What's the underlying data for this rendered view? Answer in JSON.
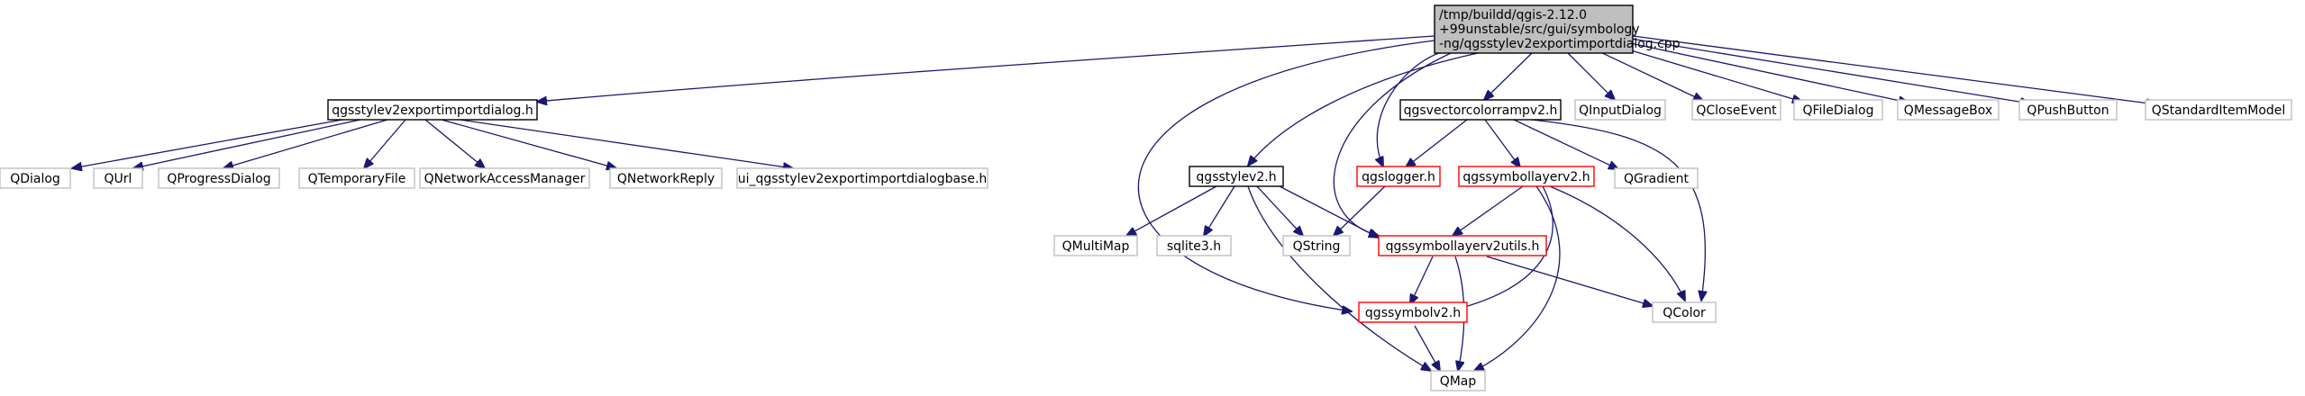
{
  "colors": {
    "edge": "#191970",
    "root_fill": "#bfbfbf",
    "border_gray": "#bfbfbf",
    "border_black": "#000000",
    "border_red": "#ff0000"
  },
  "nodes": {
    "root": {
      "lines": [
        "/tmp/buildd/qgis-2.12.0",
        "+99unstable/src/gui/symbology",
        "-ng/qgsstylev2exportimportdialog.cpp"
      ],
      "style": "root"
    },
    "exportdialog_h": {
      "label": "qgsstylev2exportimportdialog.h",
      "style": "black"
    },
    "vectorcolorramp": {
      "label": "qgsvectorcolorrampv2.h",
      "style": "black"
    },
    "qinputdialog": {
      "label": "QInputDialog",
      "style": "gray"
    },
    "qcloseevent": {
      "label": "QCloseEvent",
      "style": "gray"
    },
    "qfiledialog": {
      "label": "QFileDialog",
      "style": "gray"
    },
    "qmessagebox": {
      "label": "QMessageBox",
      "style": "gray"
    },
    "qpushbutton": {
      "label": "QPushButton",
      "style": "gray"
    },
    "qstandarditemmodel": {
      "label": "QStandardItemModel",
      "style": "gray"
    },
    "qdialog": {
      "label": "QDialog",
      "style": "gray"
    },
    "qurl": {
      "label": "QUrl",
      "style": "gray"
    },
    "qprogressdialog": {
      "label": "QProgressDialog",
      "style": "gray"
    },
    "qtemporaryfile": {
      "label": "QTemporaryFile",
      "style": "gray"
    },
    "qnetworkaccessmanager": {
      "label": "QNetworkAccessManager",
      "style": "gray"
    },
    "qnetworkreply": {
      "label": "QNetworkReply",
      "style": "gray"
    },
    "ui_dialogbase": {
      "label": "ui_qgsstylev2exportimportdialogbase.h",
      "style": "gray"
    },
    "qgsstylev2": {
      "label": "qgsstylev2.h",
      "style": "black"
    },
    "qgslogger": {
      "label": "qgslogger.h",
      "style": "red"
    },
    "symbollayerv2": {
      "label": "qgssymbollayerv2.h",
      "style": "red"
    },
    "qgradient": {
      "label": "QGradient",
      "style": "gray"
    },
    "qmultimap": {
      "label": "QMultiMap",
      "style": "gray"
    },
    "sqlite3": {
      "label": "sqlite3.h",
      "style": "gray"
    },
    "qstring": {
      "label": "QString",
      "style": "gray"
    },
    "symbollayerv2utils": {
      "label": "qgssymbollayerv2utils.h",
      "style": "red"
    },
    "qcolor": {
      "label": "QColor",
      "style": "gray"
    },
    "symbolv2": {
      "label": "qgssymbolv2.h",
      "style": "red"
    },
    "qmap": {
      "label": "QMap",
      "style": "gray"
    }
  }
}
